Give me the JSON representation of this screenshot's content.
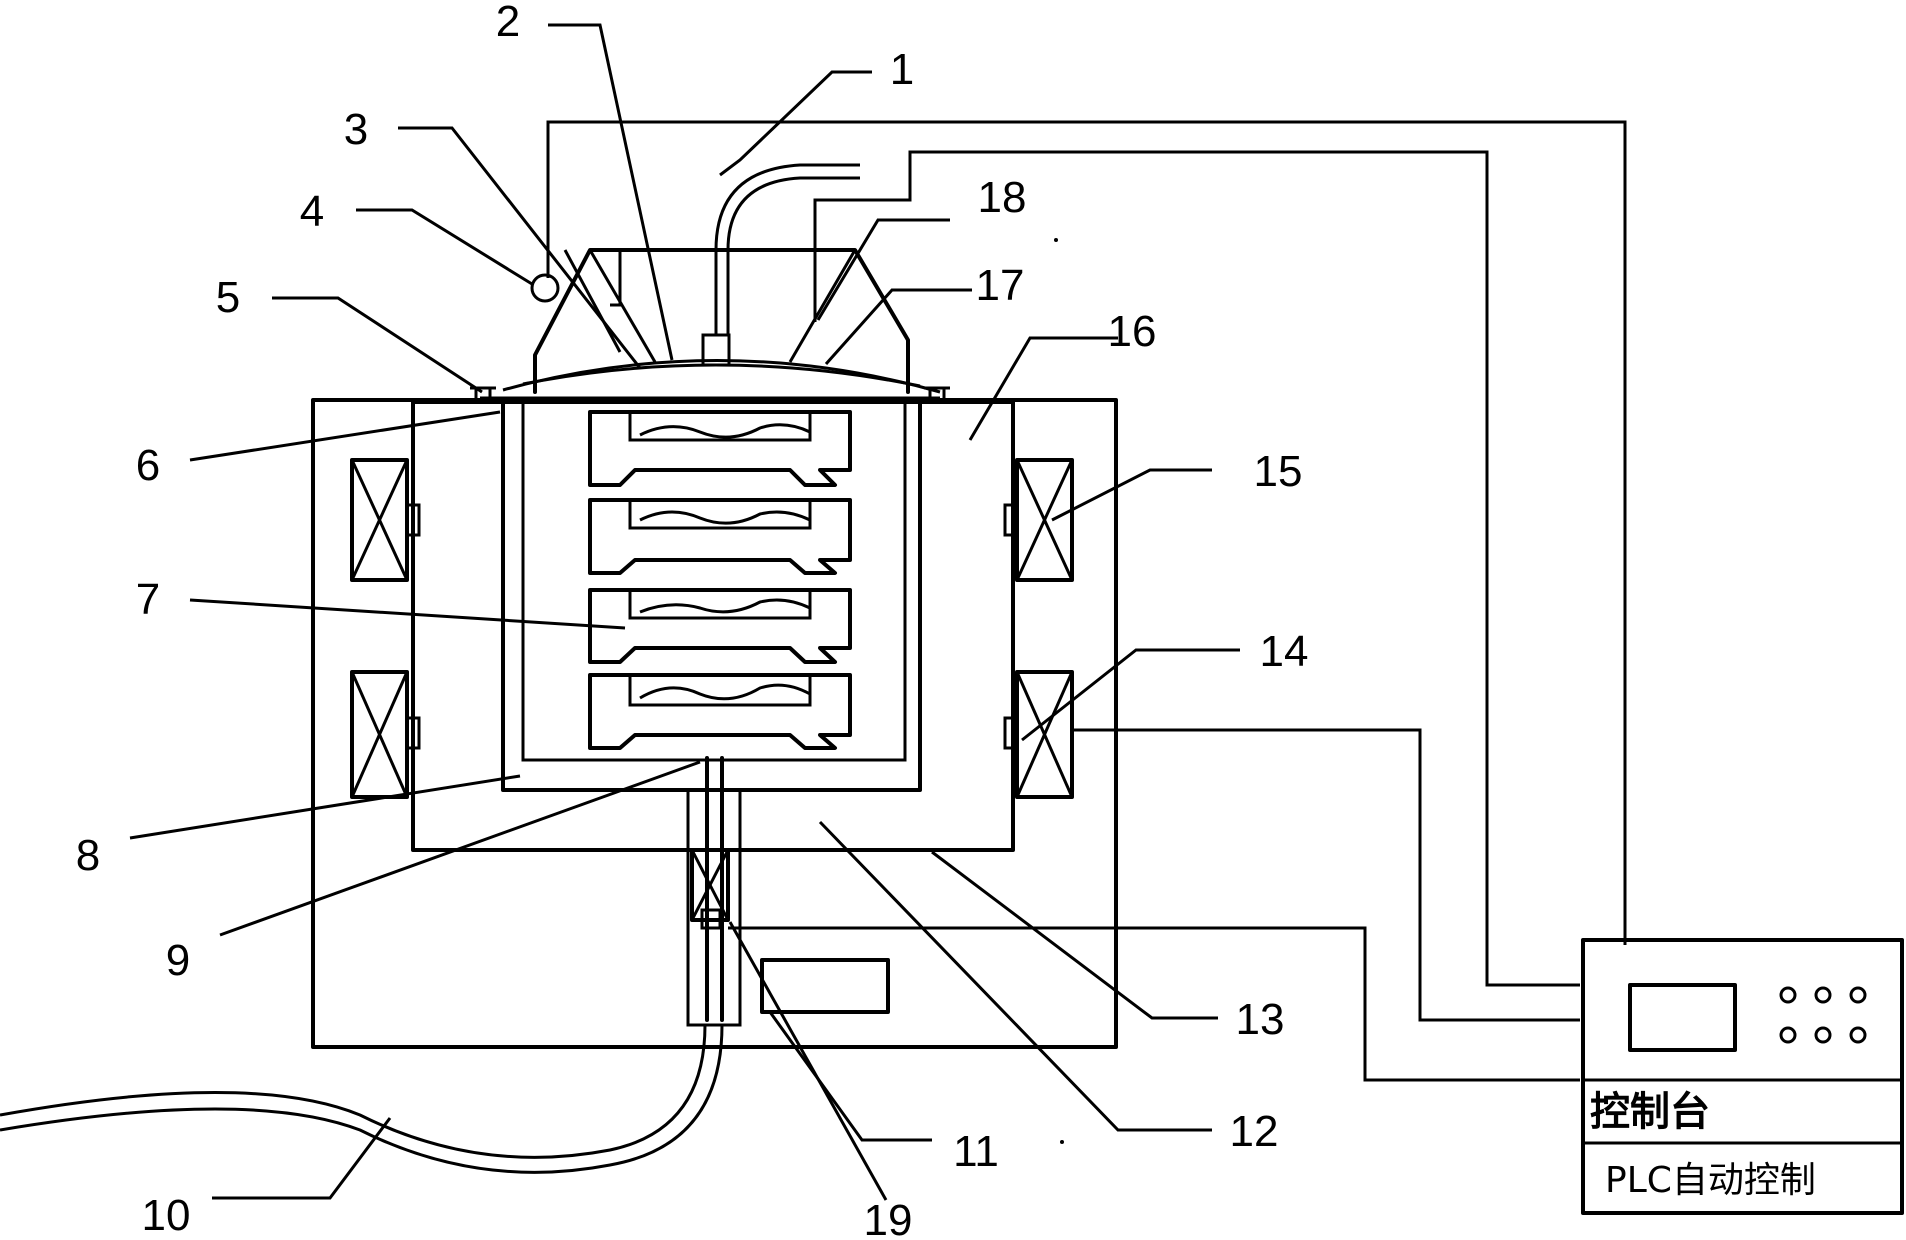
{
  "labels": [
    "1",
    "2",
    "3",
    "4",
    "5",
    "6",
    "7",
    "8",
    "9",
    "10",
    "11",
    "12",
    "13",
    "14",
    "15",
    "16",
    "17",
    "18",
    "19"
  ],
  "console": {
    "title": "控制台",
    "subtitle": "PLC自动控制"
  }
}
